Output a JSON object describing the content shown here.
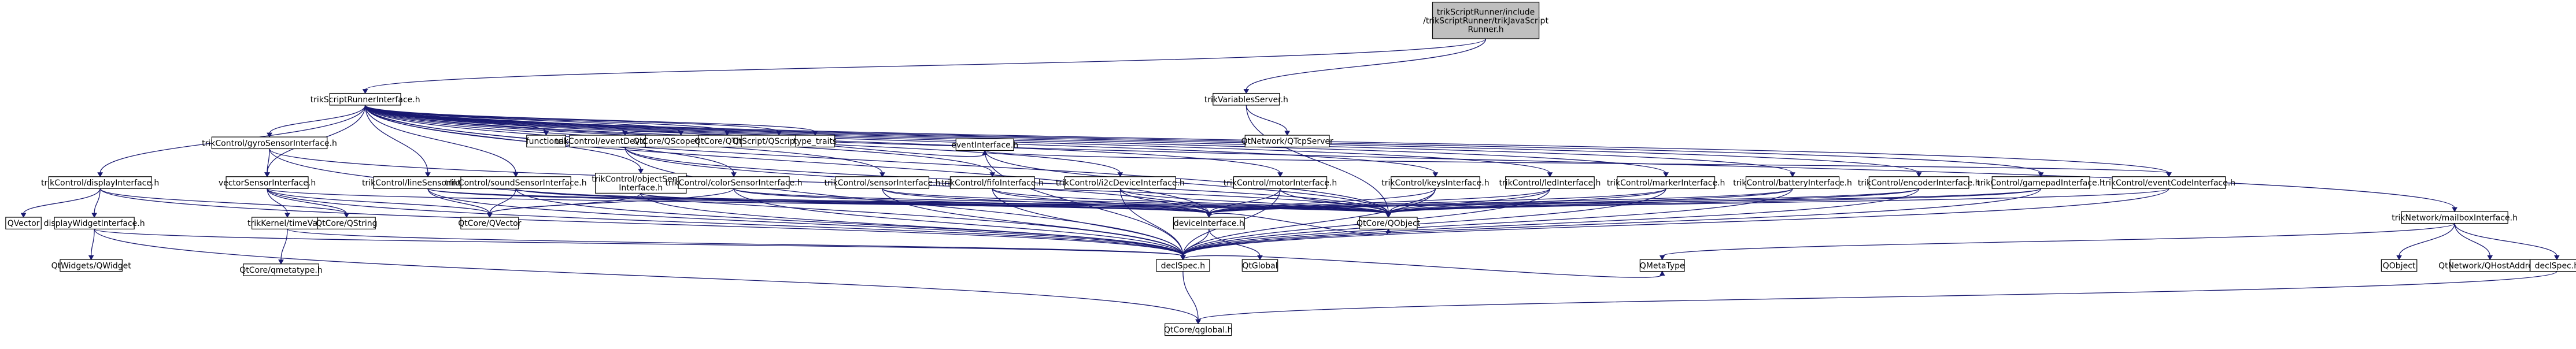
{
  "colors": {
    "root_fill": "#bfbfbf",
    "node_fill": "#ffffff",
    "node_border": "#000000",
    "external_border": "#bfbfbf",
    "edge": "#191970"
  },
  "nodes": [
    {
      "id": "root",
      "lines": [
        "trikScriptRunner/include",
        "/trikScriptRunner/trikJavaScript",
        "Runner.h"
      ],
      "style": "root"
    },
    {
      "id": "tsri",
      "lines": [
        "trikScriptRunnerInterface.h"
      ],
      "style": "normal"
    },
    {
      "id": "tvs",
      "lines": [
        "trikVariablesServer.h"
      ],
      "style": "normal"
    },
    {
      "id": "qtcp",
      "lines": [
        "QtNetwork/QTcpServer"
      ],
      "style": "external"
    },
    {
      "id": "functional",
      "lines": [
        "functional"
      ],
      "style": "external"
    },
    {
      "id": "edi",
      "lines": [
        "trikControl/eventDeviceInterface.h"
      ],
      "style": "normal"
    },
    {
      "id": "qsp",
      "lines": [
        "QtCore/QScopedPointer"
      ],
      "style": "external"
    },
    {
      "id": "qthread",
      "lines": [
        "QtCore/QThread"
      ],
      "style": "external"
    },
    {
      "id": "qse",
      "lines": [
        "QtScript/QScriptEngine"
      ],
      "style": "external"
    },
    {
      "id": "typetraits",
      "lines": [
        "type_traits"
      ],
      "style": "external"
    },
    {
      "id": "gyro",
      "lines": [
        "trikControl/gyroSensorInterface.h"
      ],
      "style": "normal"
    },
    {
      "id": "evi",
      "lines": [
        "eventInterface.h"
      ],
      "style": "normal"
    },
    {
      "id": "disp",
      "lines": [
        "trikControl/displayInterface.h"
      ],
      "style": "normal"
    },
    {
      "id": "vsi",
      "lines": [
        "vectorSensorInterface.h"
      ],
      "style": "normal"
    },
    {
      "id": "line",
      "lines": [
        "trikControl/lineSensorInterface.h"
      ],
      "style": "normal"
    },
    {
      "id": "sound",
      "lines": [
        "trikControl/soundSensorInterface.h"
      ],
      "style": "normal"
    },
    {
      "id": "objs",
      "lines": [
        "trikControl/objectSensor",
        "Interface.h"
      ],
      "style": "normal"
    },
    {
      "id": "color",
      "lines": [
        "trikControl/colorSensorInterface.h"
      ],
      "style": "normal"
    },
    {
      "id": "sens",
      "lines": [
        "trikControl/sensorInterface.h"
      ],
      "style": "normal"
    },
    {
      "id": "fifo",
      "lines": [
        "trikControl/fifoInterface.h"
      ],
      "style": "normal"
    },
    {
      "id": "i2c",
      "lines": [
        "trikControl/i2cDeviceInterface.h"
      ],
      "style": "normal"
    },
    {
      "id": "motor",
      "lines": [
        "trikControl/motorInterface.h"
      ],
      "style": "normal"
    },
    {
      "id": "keys",
      "lines": [
        "trikControl/keysInterface.h"
      ],
      "style": "normal"
    },
    {
      "id": "led",
      "lines": [
        "trikControl/ledInterface.h"
      ],
      "style": "normal"
    },
    {
      "id": "marker",
      "lines": [
        "trikControl/markerInterface.h"
      ],
      "style": "normal"
    },
    {
      "id": "battery",
      "lines": [
        "trikControl/batteryInterface.h"
      ],
      "style": "normal"
    },
    {
      "id": "encoder",
      "lines": [
        "trikControl/encoderInterface.h"
      ],
      "style": "normal"
    },
    {
      "id": "gamepad",
      "lines": [
        "trikControl/gamepadInterface.h"
      ],
      "style": "normal"
    },
    {
      "id": "ecode",
      "lines": [
        "trikControl/eventCodeInterface.h"
      ],
      "style": "normal"
    },
    {
      "id": "mailbox",
      "lines": [
        "trikNetwork/mailboxInterface.h"
      ],
      "style": "normal"
    },
    {
      "id": "qvector",
      "lines": [
        "QVector"
      ],
      "style": "external"
    },
    {
      "id": "dispw",
      "lines": [
        "displayWidgetInterface.h"
      ],
      "style": "normal"
    },
    {
      "id": "tkv",
      "lines": [
        "trikKernel/timeVal.h"
      ],
      "style": "normal"
    },
    {
      "id": "qstring",
      "lines": [
        "QtCore/QString"
      ],
      "style": "external"
    },
    {
      "id": "qcvector",
      "lines": [
        "QtCore/QVector"
      ],
      "style": "external"
    },
    {
      "id": "devi",
      "lines": [
        "deviceInterface.h"
      ],
      "style": "normal"
    },
    {
      "id": "qobject",
      "lines": [
        "QtCore/QObject"
      ],
      "style": "external"
    },
    {
      "id": "qwidget",
      "lines": [
        "QtWidgets/QWidget"
      ],
      "style": "external"
    },
    {
      "id": "qglobal",
      "lines": [
        "QtGlobal"
      ],
      "style": "external"
    },
    {
      "id": "qmeta",
      "lines": [
        "QtCore/qmetatype.h"
      ],
      "style": "external"
    },
    {
      "id": "decl",
      "lines": [
        "declSpec.h"
      ],
      "style": "normal"
    },
    {
      "id": "qmetatype",
      "lines": [
        "QMetaType"
      ],
      "style": "external"
    },
    {
      "id": "qobj2",
      "lines": [
        "QObject"
      ],
      "style": "external"
    },
    {
      "id": "qhost",
      "lines": [
        "QtNetwork/QHostAddress"
      ],
      "style": "external"
    },
    {
      "id": "decl2",
      "lines": [
        "declSpec.h"
      ],
      "style": "normal"
    },
    {
      "id": "qcglobal",
      "lines": [
        "QtCore/qglobal.h"
      ],
      "style": "external"
    }
  ],
  "edges": [
    [
      "root",
      "tsri"
    ],
    [
      "root",
      "tvs"
    ],
    [
      "tvs",
      "qtcp"
    ],
    [
      "tvs",
      "qobject"
    ],
    [
      "tsri",
      "functional"
    ],
    [
      "tsri",
      "edi"
    ],
    [
      "tsri",
      "qsp"
    ],
    [
      "tsri",
      "qthread"
    ],
    [
      "tsri",
      "qse"
    ],
    [
      "tsri",
      "typetraits"
    ],
    [
      "tsri",
      "gyro"
    ],
    [
      "tsri",
      "disp"
    ],
    [
      "tsri",
      "vsi"
    ],
    [
      "tsri",
      "line"
    ],
    [
      "tsri",
      "sound"
    ],
    [
      "tsri",
      "objs"
    ],
    [
      "tsri",
      "color"
    ],
    [
      "tsri",
      "sens"
    ],
    [
      "tsri",
      "fifo"
    ],
    [
      "tsri",
      "i2c"
    ],
    [
      "tsri",
      "motor"
    ],
    [
      "tsri",
      "keys"
    ],
    [
      "tsri",
      "led"
    ],
    [
      "tsri",
      "marker"
    ],
    [
      "tsri",
      "battery"
    ],
    [
      "tsri",
      "encoder"
    ],
    [
      "tsri",
      "gamepad"
    ],
    [
      "tsri",
      "ecode"
    ],
    [
      "tsri",
      "mailbox"
    ],
    [
      "tsri",
      "qobject"
    ],
    [
      "tsri",
      "devi"
    ],
    [
      "edi",
      "evi"
    ],
    [
      "edi",
      "qobject"
    ],
    [
      "edi",
      "decl"
    ],
    [
      "edi",
      "devi"
    ],
    [
      "evi",
      "ecode"
    ],
    [
      "evi",
      "qobject"
    ],
    [
      "evi",
      "decl"
    ],
    [
      "ecode",
      "qobject"
    ],
    [
      "ecode",
      "decl"
    ],
    [
      "gyro",
      "vsi"
    ],
    [
      "gyro",
      "qobject"
    ],
    [
      "gyro",
      "decl"
    ],
    [
      "disp",
      "qvector"
    ],
    [
      "disp",
      "dispw"
    ],
    [
      "disp",
      "qstring"
    ],
    [
      "disp",
      "decl"
    ],
    [
      "dispw",
      "qwidget"
    ],
    [
      "dispw",
      "decl"
    ],
    [
      "dispw",
      "qcglobal"
    ],
    [
      "vsi",
      "tkv"
    ],
    [
      "vsi",
      "qstring"
    ],
    [
      "vsi",
      "qcvector"
    ],
    [
      "vsi",
      "devi"
    ],
    [
      "vsi",
      "decl"
    ],
    [
      "tkv",
      "qmeta"
    ],
    [
      "tkv",
      "decl"
    ],
    [
      "line",
      "qcvector"
    ],
    [
      "line",
      "devi"
    ],
    [
      "line",
      "decl"
    ],
    [
      "line",
      "qobject"
    ],
    [
      "sound",
      "qcvector"
    ],
    [
      "sound",
      "devi"
    ],
    [
      "sound",
      "decl"
    ],
    [
      "sound",
      "qobject"
    ],
    [
      "objs",
      "qcvector"
    ],
    [
      "objs",
      "devi"
    ],
    [
      "objs",
      "decl"
    ],
    [
      "objs",
      "qobject"
    ],
    [
      "color",
      "qcvector"
    ],
    [
      "color",
      "devi"
    ],
    [
      "color",
      "decl"
    ],
    [
      "color",
      "qobject"
    ],
    [
      "sens",
      "devi"
    ],
    [
      "sens",
      "decl"
    ],
    [
      "sens",
      "qobject"
    ],
    [
      "fifo",
      "devi"
    ],
    [
      "fifo",
      "decl"
    ],
    [
      "fifo",
      "qobject"
    ],
    [
      "i2c",
      "devi"
    ],
    [
      "i2c",
      "decl"
    ],
    [
      "i2c",
      "qobject"
    ],
    [
      "motor",
      "devi"
    ],
    [
      "motor",
      "decl"
    ],
    [
      "motor",
      "qobject"
    ],
    [
      "keys",
      "devi"
    ],
    [
      "keys",
      "decl"
    ],
    [
      "keys",
      "qobject"
    ],
    [
      "led",
      "devi"
    ],
    [
      "led",
      "decl"
    ],
    [
      "led",
      "qobject"
    ],
    [
      "marker",
      "devi"
    ],
    [
      "marker",
      "decl"
    ],
    [
      "marker",
      "qobject"
    ],
    [
      "battery",
      "devi"
    ],
    [
      "battery",
      "decl"
    ],
    [
      "battery",
      "qobject"
    ],
    [
      "encoder",
      "devi"
    ],
    [
      "encoder",
      "decl"
    ],
    [
      "encoder",
      "qobject"
    ],
    [
      "gamepad",
      "devi"
    ],
    [
      "gamepad",
      "decl"
    ],
    [
      "gamepad",
      "qobject"
    ],
    [
      "devi",
      "qobject"
    ],
    [
      "devi",
      "qglobal"
    ],
    [
      "devi",
      "decl"
    ],
    [
      "decl",
      "qcglobal"
    ],
    [
      "decl",
      "qmetatype"
    ],
    [
      "mailbox",
      "qmetatype"
    ],
    [
      "mailbox",
      "qobj2"
    ],
    [
      "mailbox",
      "qhost"
    ],
    [
      "mailbox",
      "decl2"
    ],
    [
      "decl2",
      "qcglobal"
    ]
  ]
}
